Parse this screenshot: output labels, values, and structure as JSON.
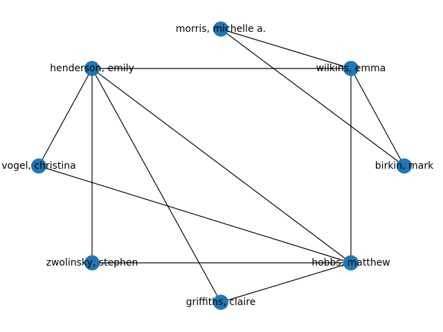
{
  "graph": {
    "node_color": "#1f77b4",
    "edge_color": "#000000",
    "nodes": [
      {
        "id": "morris",
        "label": "morris, michelle a."
      },
      {
        "id": "henderson",
        "label": "henderson, emily"
      },
      {
        "id": "wilkins",
        "label": "wilkins, emma"
      },
      {
        "id": "vogel",
        "label": "vogel, christina"
      },
      {
        "id": "birkin",
        "label": "birkin, mark"
      },
      {
        "id": "zwolinsky",
        "label": "zwolinsky, stephen"
      },
      {
        "id": "hobbs",
        "label": "hobbs, matthew"
      },
      {
        "id": "griffiths",
        "label": "griffiths, claire"
      }
    ],
    "edges": [
      [
        "morris",
        "wilkins"
      ],
      [
        "morris",
        "birkin"
      ],
      [
        "henderson",
        "wilkins"
      ],
      [
        "henderson",
        "vogel"
      ],
      [
        "henderson",
        "zwolinsky"
      ],
      [
        "henderson",
        "griffiths"
      ],
      [
        "henderson",
        "hobbs"
      ],
      [
        "wilkins",
        "birkin"
      ],
      [
        "wilkins",
        "hobbs"
      ],
      [
        "vogel",
        "hobbs"
      ],
      [
        "zwolinsky",
        "hobbs"
      ],
      [
        "griffiths",
        "hobbs"
      ]
    ]
  }
}
